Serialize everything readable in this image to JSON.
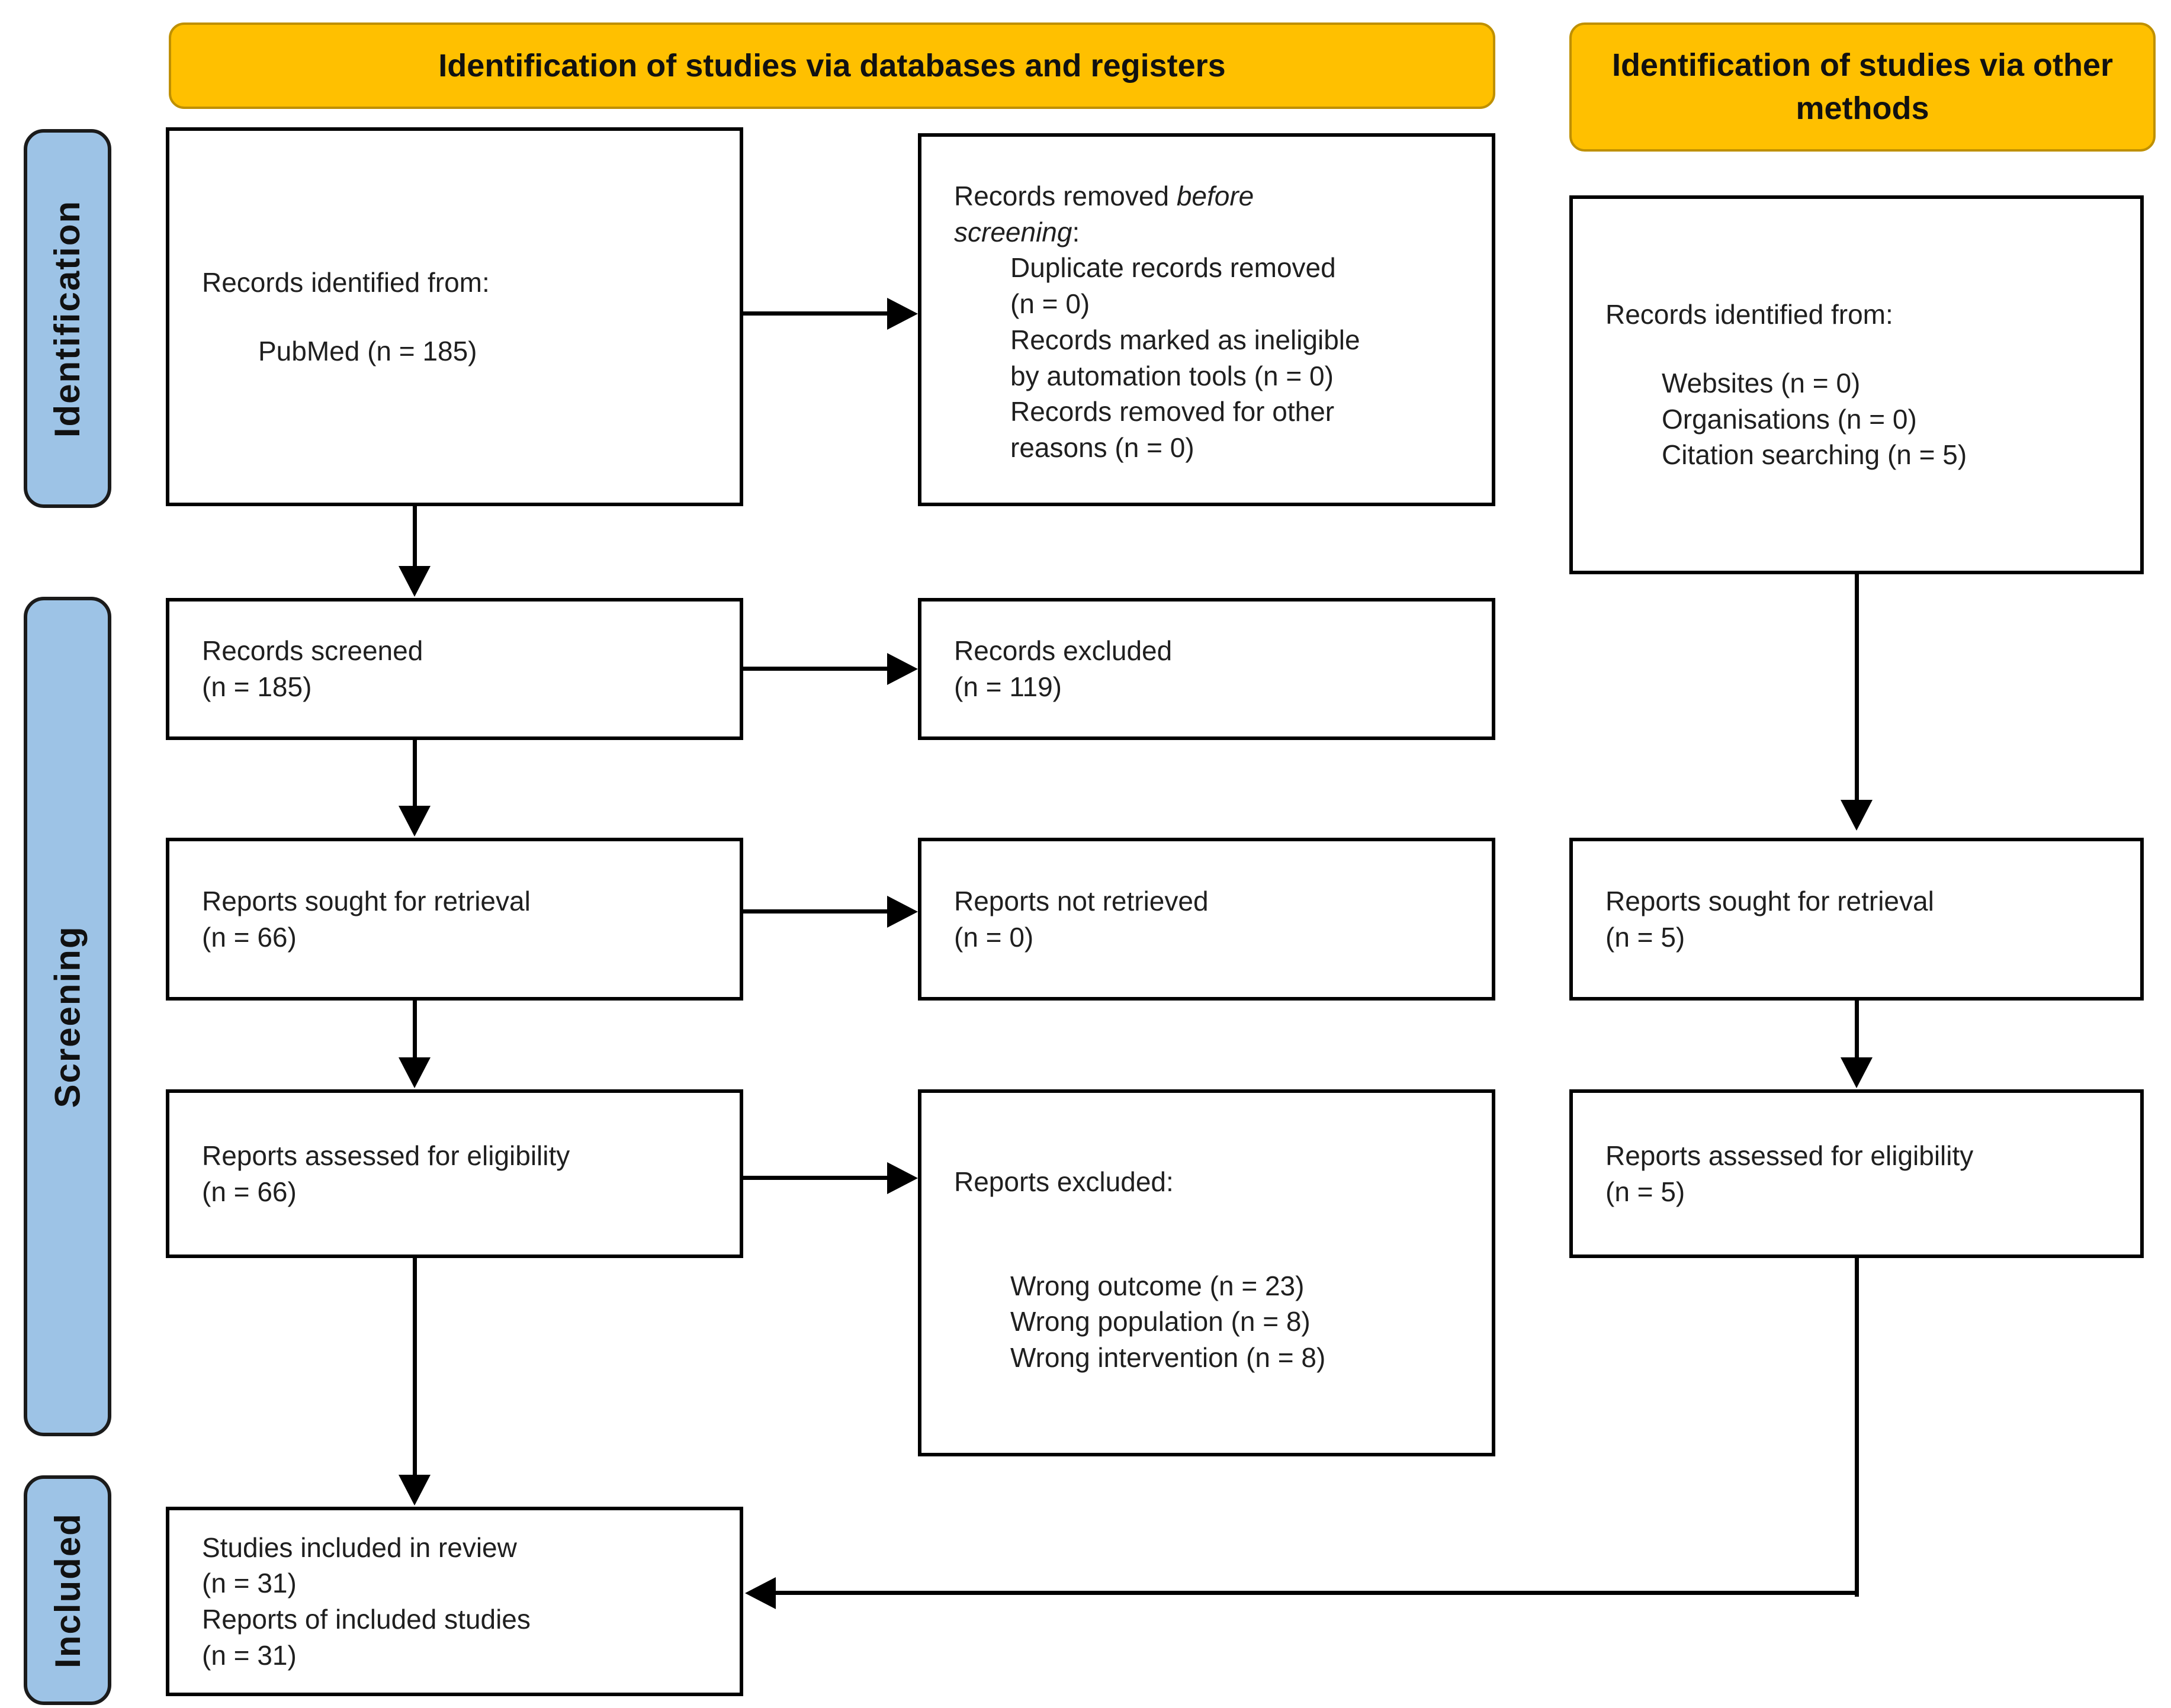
{
  "headers": {
    "databases_registers": "Identification of studies via databases and registers",
    "other_methods": "Identification of studies via other methods"
  },
  "phases": {
    "identification": "Identification",
    "screening": "Screening",
    "included": "Included"
  },
  "colors": {
    "header_fill": "#FFC000",
    "header_border": "#BF9000",
    "phase_pill_fill": "#9DC3E6",
    "box_border": "#000000",
    "background": "#FFFFFF"
  },
  "boxes": {
    "records_identified_db": {
      "intro": "Records identified from:",
      "items": "PubMed (n = 185)"
    },
    "records_removed_before_screening": {
      "line1_regular": "Records removed ",
      "line1_italic": "before",
      "line2_italic": "screening",
      "line2_regular": ":",
      "items": "Duplicate records removed\n(n = 0)\nRecords marked as ineligible\nby automation tools (n = 0)\nRecords removed for other\nreasons (n = 0)"
    },
    "records_screened": "Records screened\n(n = 185)",
    "records_excluded": "Records excluded\n(n = 119)",
    "reports_sought_db": "Reports sought for retrieval\n(n = 66)",
    "reports_not_retrieved": "Reports not retrieved\n(n = 0)",
    "reports_assessed_db": "Reports assessed for eligibility\n(n = 66)",
    "reports_excluded": {
      "intro": "Reports excluded:",
      "items": "Wrong outcome (n = 23)\nWrong population (n = 8)\nWrong intervention (n = 8)"
    },
    "studies_included": "Studies included in review\n(n = 31)\nReports of included studies\n(n = 31)",
    "records_identified_other": {
      "intro": "Records identified from:",
      "items": "Websites (n = 0)\nOrganisations (n = 0)\nCitation searching (n = 5)"
    },
    "reports_sought_other": "Reports sought for retrieval\n(n = 5)",
    "reports_assessed_other": "Reports assessed for eligibility\n(n = 5)"
  }
}
